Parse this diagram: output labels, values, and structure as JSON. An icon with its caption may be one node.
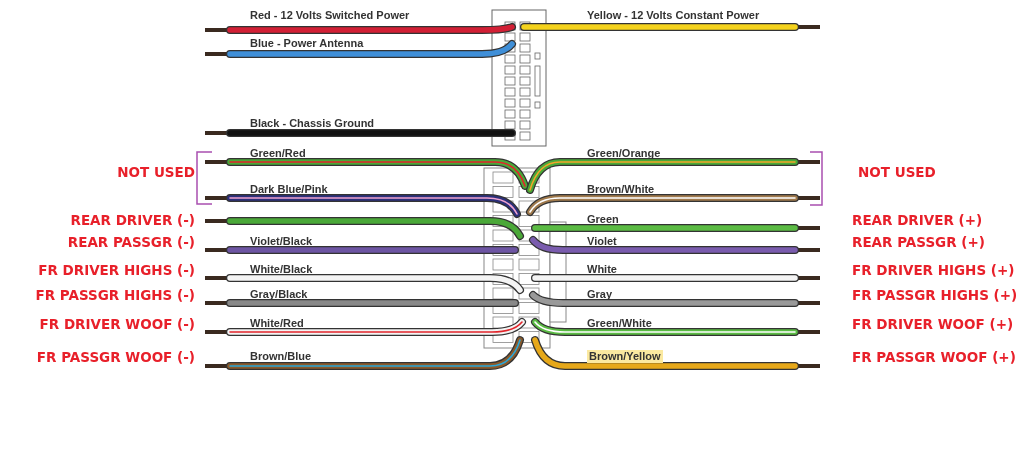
{
  "diagram": {
    "labels": [
      "Red - 12 Volts Switched Power",
      "Yellow - 12 Volts Constant Power",
      "Blue - Power Antenna",
      "Black - Chassis Ground",
      "Green/Red",
      "Green/Orange",
      "NOT USED",
      "NOT USED",
      "Dark Blue/Pink",
      "Brown/White",
      "REAR DRIVER (-)",
      "Green",
      "REAR DRIVER (+)",
      "REAR PASSGR (-)",
      "Violet/Black",
      "Violet",
      "REAR PASSGR (+)",
      "FR DRIVER HIGHS (-)",
      "White/Black",
      "White",
      "FR DRIVER HIGHS (+)",
      "FR PASSGR HIGHS (-)",
      "Gray/Black",
      "Gray",
      "FR PASSGR HIGHS (+)",
      "FR DRIVER WOOF (-)",
      "White/Red",
      "Green/White",
      "FR DRIVER WOOF (+)",
      "FR PASSGR WOOF (-)",
      "Brown/Blue",
      "Brown/Yellow",
      "FR PASSGR WOOF (+)"
    ]
  }
}
